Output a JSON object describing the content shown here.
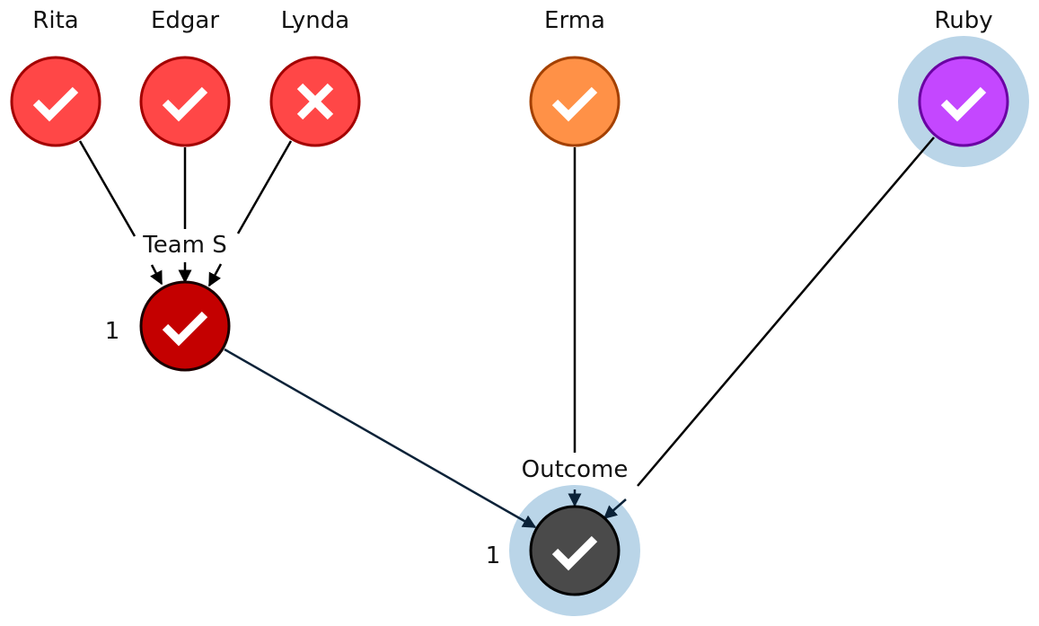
{
  "nodes": {
    "rita": {
      "label": "Rita",
      "status": "check",
      "fill": "#ff4747",
      "stroke": "#a30000"
    },
    "edgar": {
      "label": "Edgar",
      "status": "check",
      "fill": "#ff4747",
      "stroke": "#a30000"
    },
    "lynda": {
      "label": "Lynda",
      "status": "cross",
      "fill": "#ff4747",
      "stroke": "#a30000"
    },
    "erma": {
      "label": "Erma",
      "status": "check",
      "fill": "#ff9147",
      "stroke": "#a34000"
    },
    "ruby": {
      "label": "Ruby",
      "status": "check",
      "fill": "#c447ff",
      "stroke": "#6a00a3",
      "highlighted": true
    },
    "team_s": {
      "label": "Team S",
      "status": "check",
      "fill": "#c40000",
      "stroke": "#1a0000",
      "count": "1"
    },
    "outcome": {
      "label": "Outcome",
      "status": "check",
      "fill": "#4a4a4a",
      "stroke": "#000000",
      "count": "1",
      "highlighted": true
    }
  },
  "colors": {
    "highlight": "#bad5e8",
    "edge": "#000000",
    "edge_dark": "#0b2238",
    "mark": "#ffffff"
  }
}
